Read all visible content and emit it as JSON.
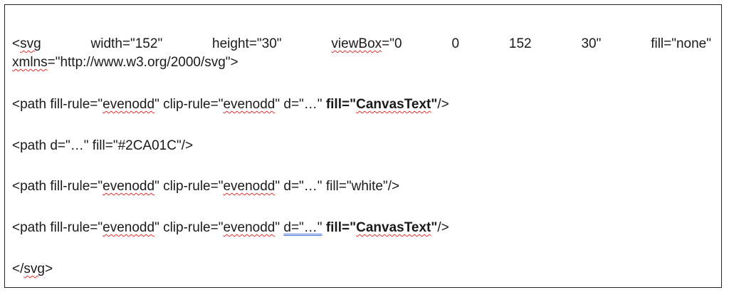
{
  "lines": {
    "svg_open": {
      "lt": "<",
      "svg": "svg",
      "width": "width=\"152\"",
      "height": "height=\"30\"",
      "viewbox_attr": "viewBox",
      "viewbox_eq": "=\"0",
      "vb_0": "0",
      "vb_152": "152",
      "vb_30": "30\"",
      "fill": "fill=\"none\"",
      "xmlns_attr": "xmlns",
      "xmlns_value": "=\"http://www.w3.org/2000/svg\">"
    },
    "path1": {
      "prefix": "<path fill-rule=\"",
      "evenodd1": "evenodd",
      "mid": "\" clip-rule=\"",
      "evenodd2": "evenodd",
      "d": "\" d=\"…\" ",
      "fill_bold_start": "fill=\"",
      "canvastext": "CanvasText",
      "fill_bold_end": "\"",
      "end": "/>"
    },
    "path2": {
      "text": "<path d=\"…\" fill=\"#2CA01C\"/>"
    },
    "path3": {
      "prefix": "<path fill-rule=\"",
      "evenodd1": "evenodd",
      "mid": "\" clip-rule=\"",
      "evenodd2": "evenodd",
      "end": "\" d=\"…\" fill=\"white\"/>"
    },
    "path4": {
      "prefix": "<path fill-rule=\"",
      "evenodd1": "evenodd",
      "mid": "\" clip-rule=\"",
      "evenodd2": "evenodd",
      "gap": "\" ",
      "d_underlined": "d=\"…\"",
      "space": " ",
      "fill_bold_start": "fill=\"",
      "canvastext": "CanvasText",
      "fill_bold_end": "\"",
      "end": "/>"
    },
    "svg_close": {
      "lt": "</",
      "svg": "svg",
      "gt": ">"
    }
  },
  "colors": {
    "spelling_underline": "#e0302a",
    "grammar_underline": "#4a6fd6",
    "border": "#222222"
  }
}
